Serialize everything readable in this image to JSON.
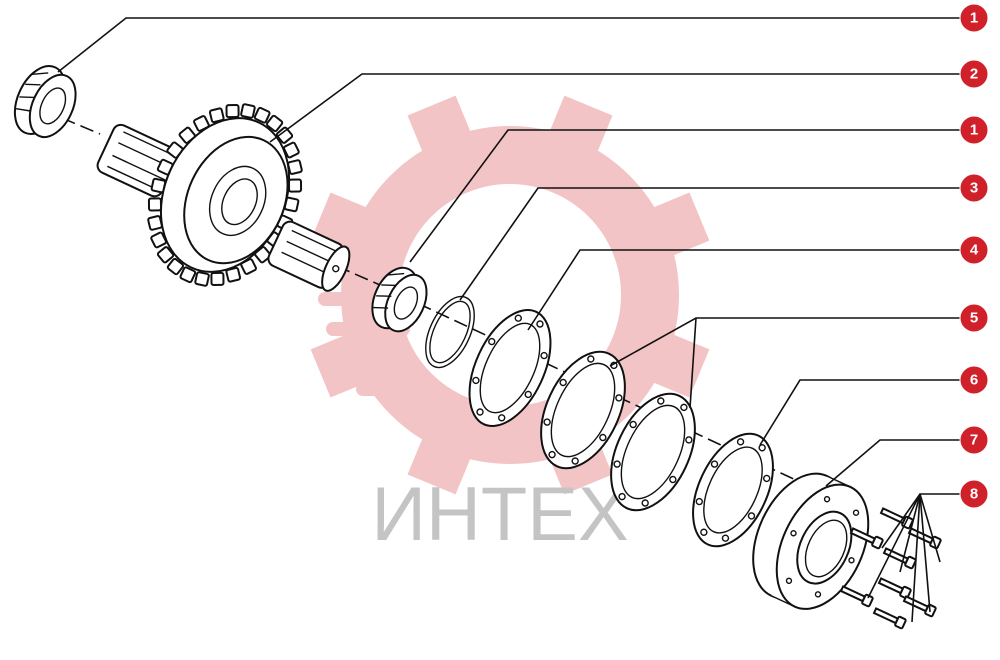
{
  "colors": {
    "callout_fill": "#d0202a",
    "watermark_gear": "#f3c4c6",
    "watermark_text": "#c4c4c4",
    "line": "#111111"
  },
  "watermark": {
    "text": "ИНТЕХ",
    "icon": "gear-logo"
  },
  "callouts": [
    {
      "number": "1",
      "part": "tapered-roller-bearing"
    },
    {
      "number": "2",
      "part": "splined-shaft-with-gear"
    },
    {
      "number": "1",
      "part": "tapered-roller-bearing"
    },
    {
      "number": "3",
      "part": "o-ring"
    },
    {
      "number": "4",
      "part": "gasket"
    },
    {
      "number": "5",
      "part": "shim-pair"
    },
    {
      "number": "6",
      "part": "gasket"
    },
    {
      "number": "7",
      "part": "bearing-cover"
    },
    {
      "number": "8",
      "part": "bolt-set"
    }
  ]
}
